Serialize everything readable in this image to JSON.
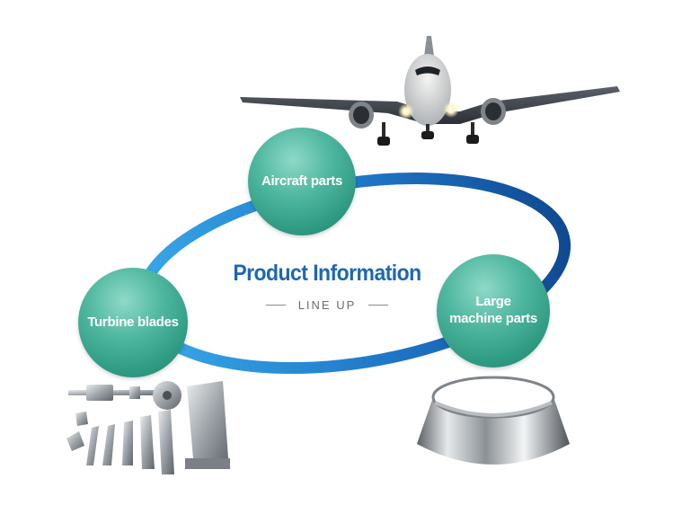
{
  "title": "Product Information",
  "subtitle": "LINE UP",
  "categories": {
    "aircraft": {
      "label": "Aircraft parts"
    },
    "turbine": {
      "label": "Turbine blades"
    },
    "large_machine": {
      "line1": "Large",
      "line2": "machine parts"
    }
  },
  "colors": {
    "ring_blue_light": "#38a8e8",
    "ring_blue_dark": "#0f4a92",
    "title_blue": "#1d67b3",
    "bubble_teal": "#3aa88f",
    "subtitle_gray": "#6d6d6d"
  }
}
